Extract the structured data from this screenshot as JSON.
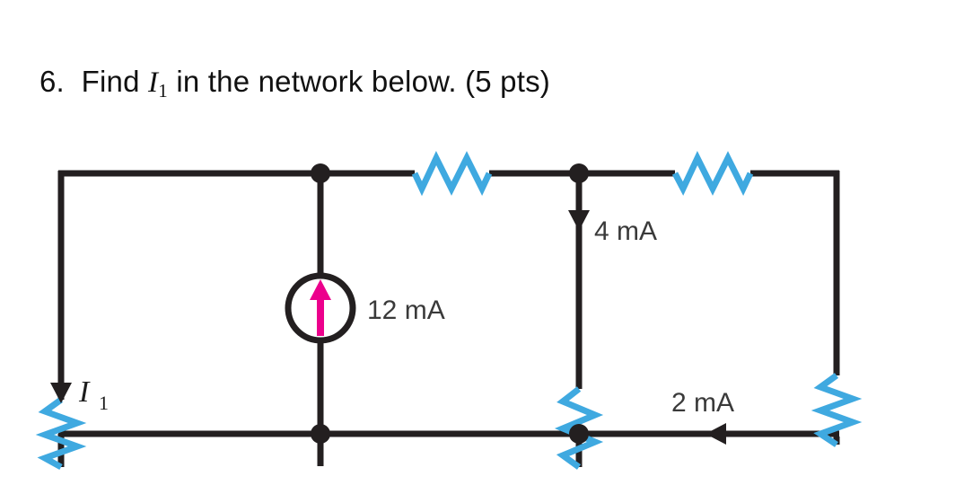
{
  "question": {
    "number": "6.",
    "text_before": "Find ",
    "variable": "I",
    "variable_sub": "1",
    "text_after": " in the network below. (5 pts)"
  },
  "colors": {
    "wire": "#231f20",
    "resistor": "#3fa9e0",
    "source_arrow": "#ec008c",
    "label_text": "#3a3a3a"
  },
  "circuit": {
    "type": "resistive-network-with-current-sources",
    "labels": {
      "current_i1": "I",
      "current_i1_sub": "1",
      "source_12ma": "12 mA",
      "current_4ma": "4 mA",
      "current_2ma": "2 mA"
    },
    "elements": [
      {
        "name": "left-branch-resistor",
        "orientation": "vertical",
        "color": "#3fa9e0"
      },
      {
        "name": "top-left-resistor",
        "orientation": "horizontal",
        "color": "#3fa9e0"
      },
      {
        "name": "top-right-resistor",
        "orientation": "horizontal",
        "color": "#3fa9e0"
      },
      {
        "name": "middle-branch-resistor",
        "orientation": "vertical",
        "color": "#3fa9e0"
      },
      {
        "name": "right-branch-resistor",
        "orientation": "vertical",
        "color": "#3fa9e0"
      },
      {
        "name": "current-source-12ma",
        "orientation": "vertical",
        "direction": "up",
        "color": "#ec008c"
      }
    ],
    "arrows": [
      {
        "name": "i1-arrow",
        "direction": "down"
      },
      {
        "name": "four-ma-arrow",
        "direction": "down"
      },
      {
        "name": "two-ma-arrow",
        "direction": "left"
      }
    ],
    "nodes": [
      {
        "name": "top-middle-node"
      },
      {
        "name": "top-right-node"
      },
      {
        "name": "bottom-middle-node"
      },
      {
        "name": "bottom-right-node"
      }
    ]
  }
}
